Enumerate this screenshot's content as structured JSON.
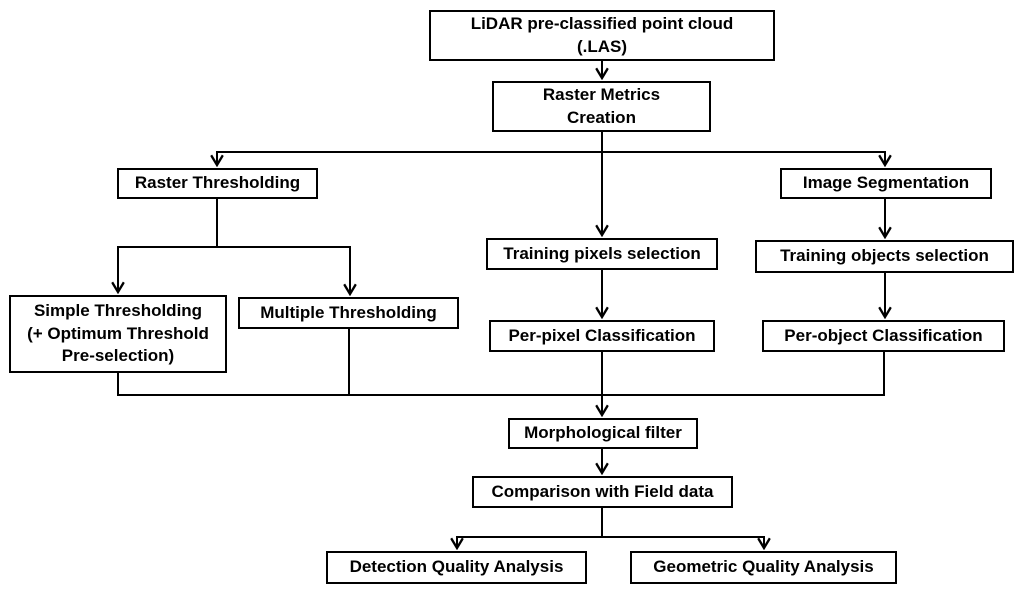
{
  "diagram": {
    "title": "LiDAR point cloud processing flowchart",
    "background_color": "#ffffff",
    "line_color": "#000000",
    "nodes": {
      "lidar": {
        "label": "LiDAR pre-classified point cloud\n(.LAS)"
      },
      "raster_metrics": {
        "label": "Raster Metrics\nCreation"
      },
      "raster_thresholding": {
        "label": "Raster Thresholding"
      },
      "image_segmentation": {
        "label": "Image Segmentation"
      },
      "training_pixels": {
        "label": "Training pixels selection"
      },
      "training_objects": {
        "label": "Training objects selection"
      },
      "simple_thresholding": {
        "label": "Simple Thresholding\n(+ Optimum Threshold\nPre-selection)"
      },
      "multiple_thresholding": {
        "label": "Multiple Thresholding"
      },
      "per_pixel": {
        "label": "Per-pixel Classification"
      },
      "per_object": {
        "label": "Per-object Classification"
      },
      "morphological": {
        "label": "Morphological filter"
      },
      "comparison": {
        "label": "Comparison with Field data"
      },
      "detection": {
        "label": "Detection Quality Analysis"
      },
      "geometric": {
        "label": "Geometric Quality Analysis"
      }
    }
  }
}
